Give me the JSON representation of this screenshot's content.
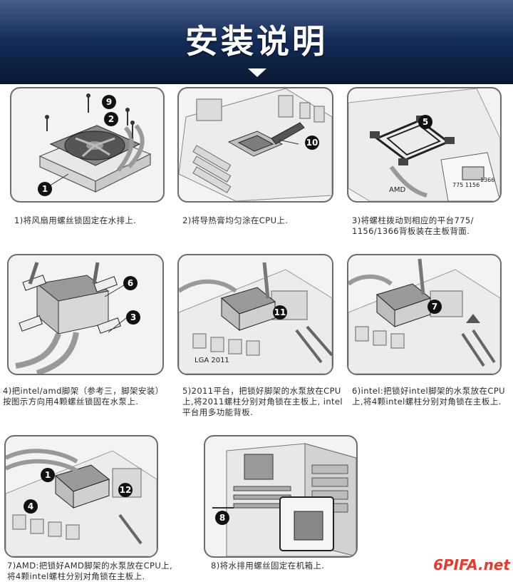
{
  "header": {
    "title": "安装说明"
  },
  "steps": [
    {
      "caption": "1)将风扇用螺丝锁固定在水排上.",
      "badges": [
        "9",
        "2",
        "1"
      ]
    },
    {
      "caption": "2)将导热膏均匀涂在CPU上.",
      "badges": [
        "10"
      ]
    },
    {
      "caption": "3)将螺柱拨动到相应的平台775/ 1156/1366背板装在主板背面.",
      "badges": [
        "5"
      ],
      "labels": [
        "AMD",
        "775 1156",
        "1366"
      ]
    },
    {
      "caption": "4)把intel/amd脚架（参考三，脚架安装）按图示方向用4颗螺丝锁固在水泵上.",
      "badges": [
        "6",
        "3"
      ]
    },
    {
      "caption": "5)2011平台，把锁好脚架的水泵放在CPU上,将2011螺柱分别对角锁在主板上, intel平台用多功能背板.",
      "badges": [
        "11"
      ],
      "labels": [
        "LGA 2011"
      ]
    },
    {
      "caption": "6)intel:把锁好intel脚架的水泵放在CPU上,将4颗intel螺柱分别对角锁在主板上.",
      "badges": [
        "7"
      ]
    },
    {
      "caption": "7)AMD:把锁好AMD脚架的水泵放在CPU上, 将4颗intel螺柱分别对角锁在主板上.",
      "badges": [
        "1",
        "12",
        "4"
      ]
    },
    {
      "caption": "8)将水排用螺丝固定在机箱上.",
      "badges": [
        "8"
      ]
    }
  ],
  "watermark": "6PIFA.net",
  "colors": {
    "header": "#132a55",
    "badge": "#111111",
    "watermark": "#e83a2c"
  }
}
